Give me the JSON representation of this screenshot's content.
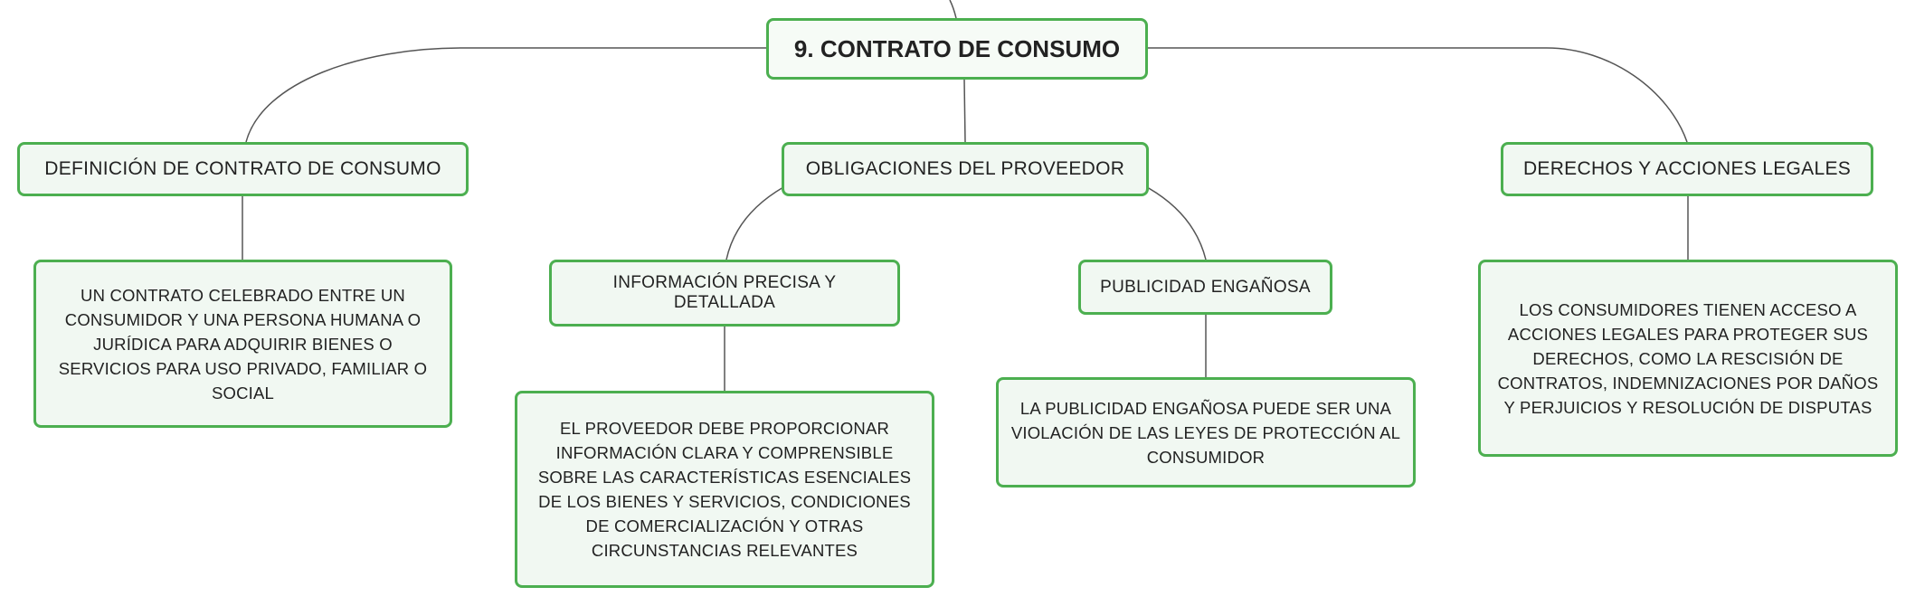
{
  "map": {
    "root": "9. CONTRATO DE CONSUMO",
    "definition": {
      "title": "DEFINICIÓN DE CONTRATO DE CONSUMO",
      "detail": "UN CONTRATO CELEBRADO ENTRE UN CONSUMIDOR Y UNA PERSONA HUMANA O JURÍDICA PARA ADQUIRIR BIENES O SERVICIOS PARA USO PRIVADO, FAMILIAR O SOCIAL"
    },
    "obligations": {
      "title": "OBLIGACIONES DEL PROVEEDOR",
      "information": {
        "title": "INFORMACIÓN PRECISA Y DETALLADA",
        "detail": "EL PROVEEDOR DEBE PROPORCIONAR INFORMACIÓN CLARA Y COMPRENSIBLE SOBRE LAS CARACTERÍSTICAS ESENCIALES DE LOS BIENES Y SERVICIOS, CONDICIONES DE COMERCIALIZACIÓN Y OTRAS CIRCUNSTANCIAS RELEVANTES"
      },
      "advertising": {
        "title": "PUBLICIDAD ENGAÑOSA",
        "detail": "LA PUBLICIDAD ENGAÑOSA PUEDE SER UNA VIOLACIÓN DE LAS LEYES DE PROTECCIÓN AL CONSUMIDOR"
      }
    },
    "rights": {
      "title": "DERECHOS Y ACCIONES LEGALES",
      "detail": "LOS CONSUMIDORES TIENEN ACCESO A ACCIONES LEGALES PARA PROTEGER SUS DERECHOS, COMO LA RESCISIÓN DE CONTRATOS, INDEMNIZACIONES POR DAÑOS Y PERJUICIOS Y RESOLUCIÓN DE DISPUTAS"
    }
  },
  "colors": {
    "border": "#4caf50",
    "fill": "#f1f8f2",
    "line": "#555555",
    "text": "#222222"
  }
}
